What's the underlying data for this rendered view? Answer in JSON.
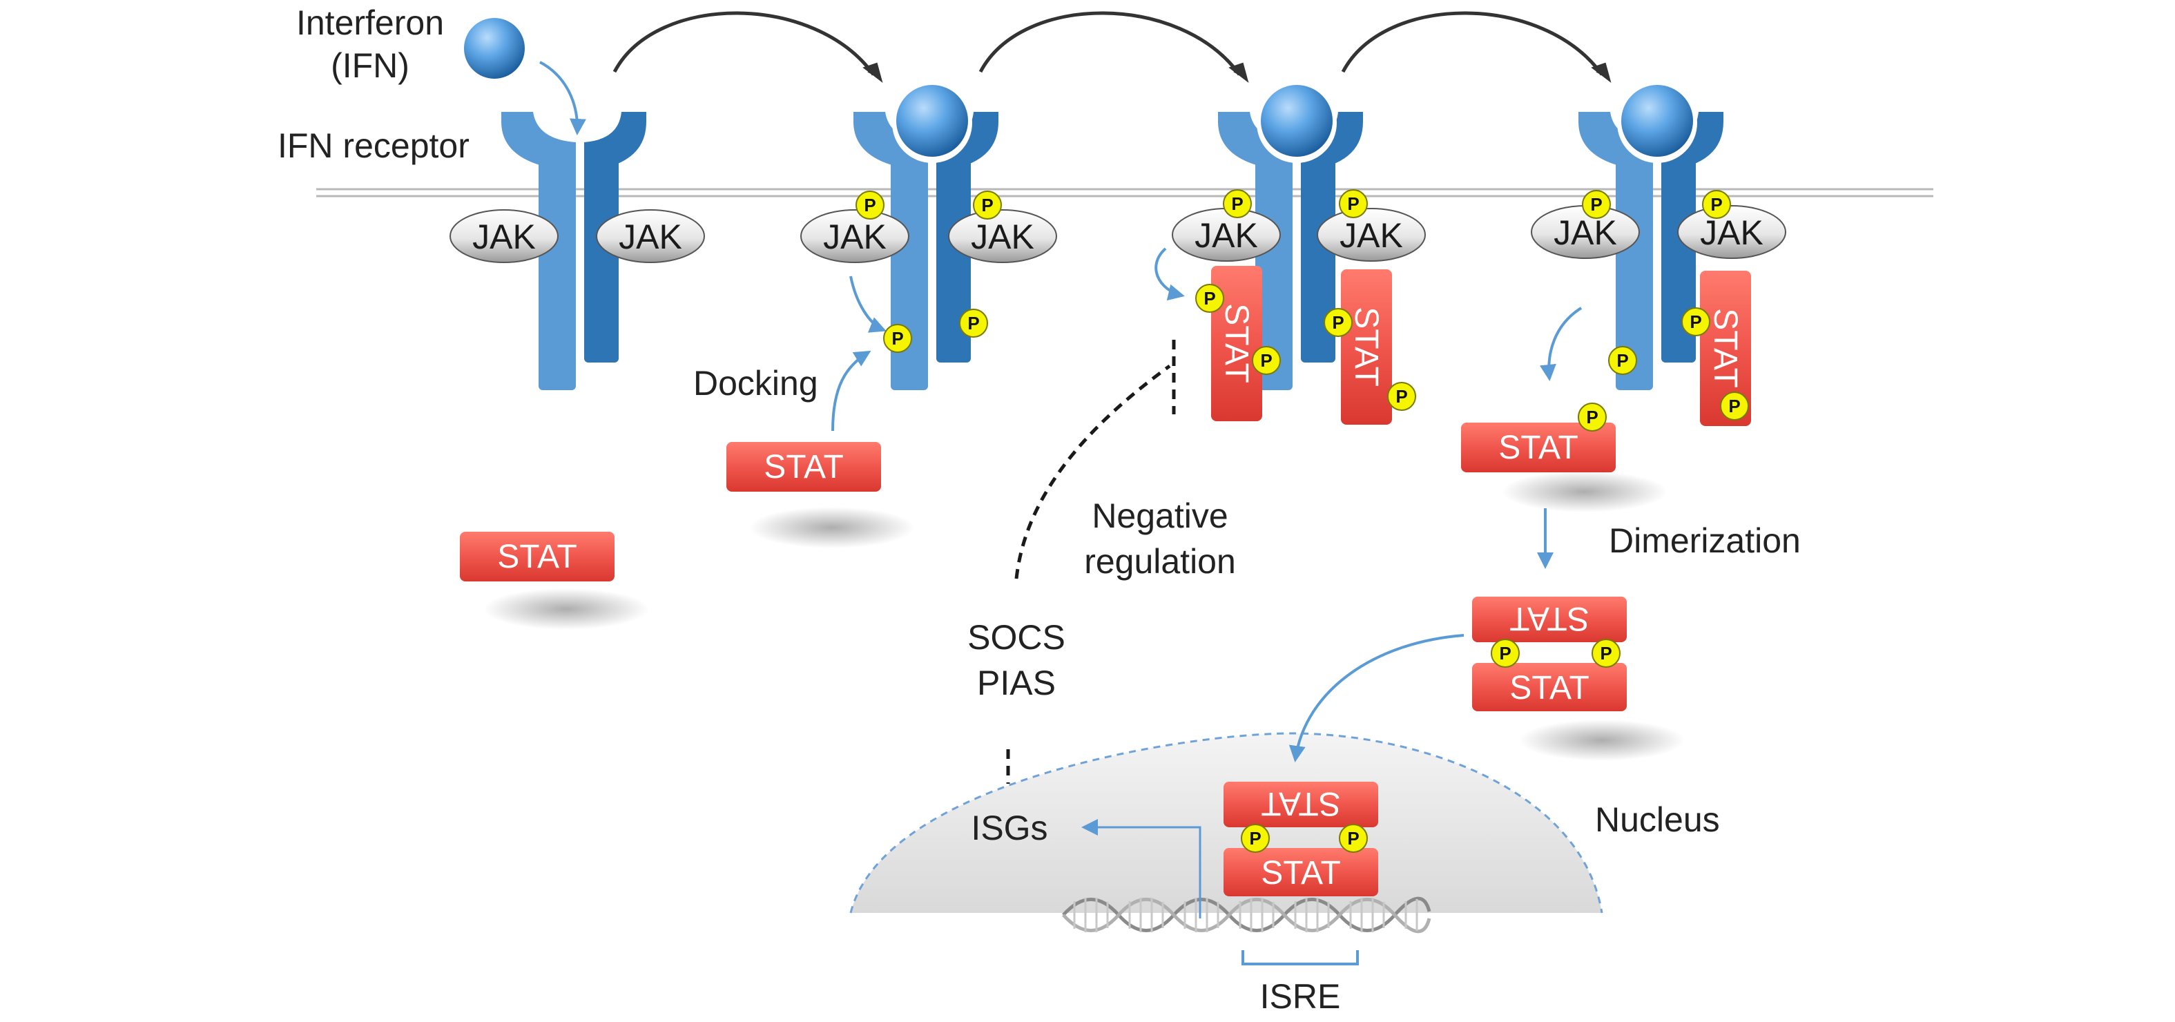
{
  "labels": {
    "interferon": "Interferon",
    "interferon_abbr": "(IFN)",
    "ifn_receptor": "IFN receptor",
    "docking": "Docking",
    "negative_regulation_1": "Negative",
    "negative_regulation_2": "regulation",
    "dimerization": "Dimerization",
    "socs": "SOCS",
    "pias": "PIAS",
    "isgs": "ISGs",
    "nucleus": "Nucleus",
    "isre": "ISRE"
  },
  "molecules": {
    "jak": "JAK",
    "stat": "STAT",
    "phospho": "P"
  },
  "colors": {
    "receptor_light": "#5b9bd5",
    "receptor_dark": "#2e75b6",
    "ligand": "#3c8ed6",
    "stat": "#f0564d",
    "phospho": "#f5f500",
    "arrow_blue": "#5a9bd5",
    "arrow_dark": "#333333"
  }
}
